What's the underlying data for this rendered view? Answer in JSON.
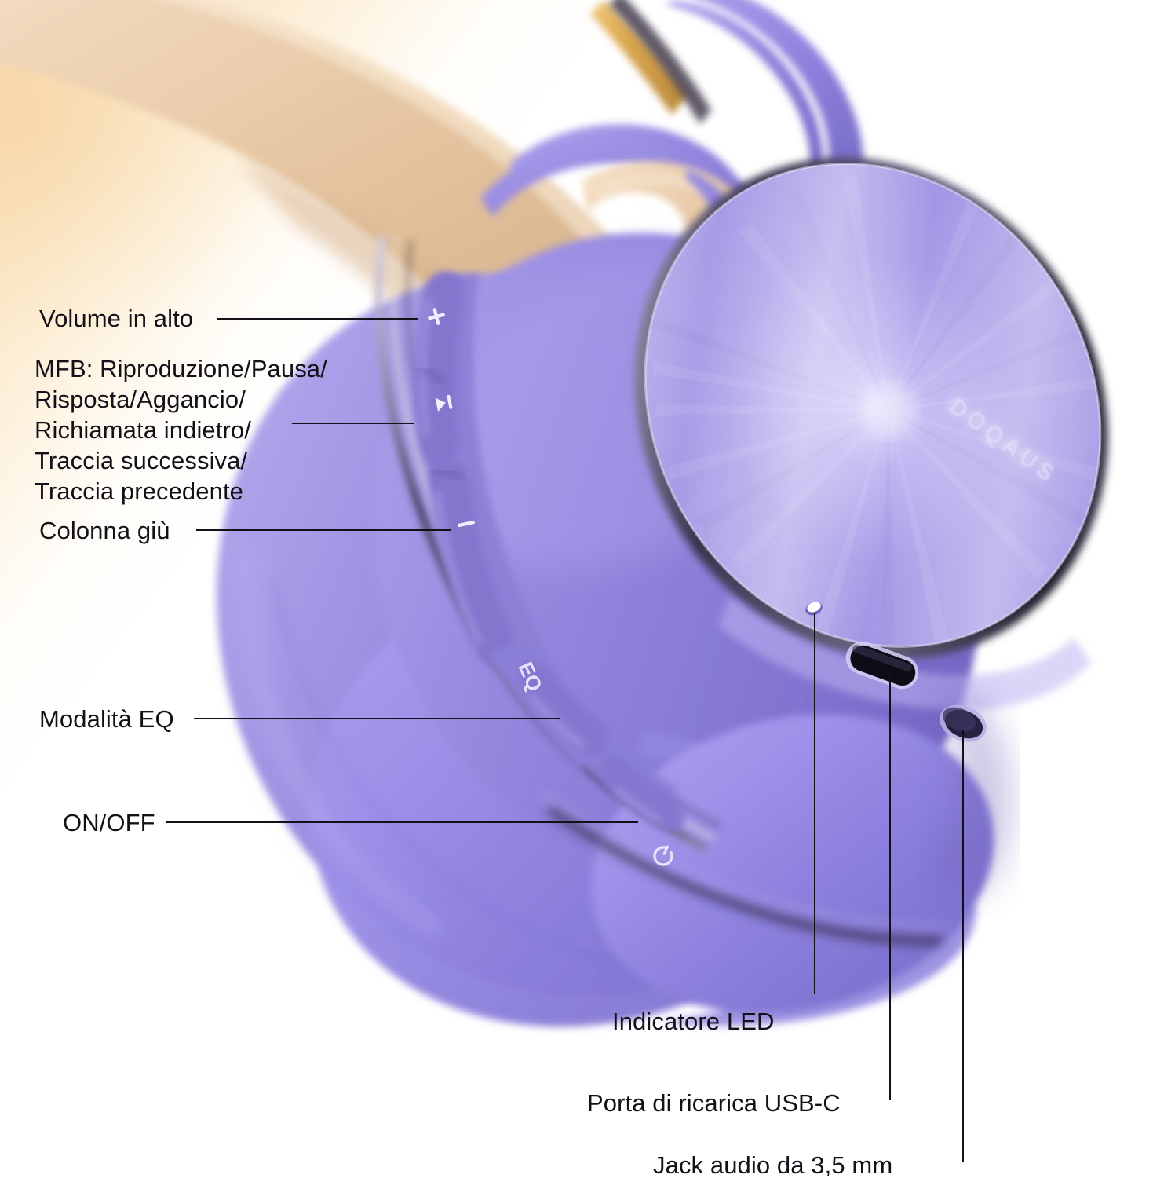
{
  "image": {
    "alt_description": "Annotated product photo of DOQAUS over-ear wireless headphones in purple with beige headband, showing button and port callouts in Italian",
    "language": "it"
  },
  "product": {
    "brand_logo": "DOQAUS",
    "colorway": "purple-beige"
  },
  "colors": {
    "background": "#ffffff",
    "background_wash": "#f7d6a6",
    "headband_beige": "#e3c29d",
    "headband_gold_accent": "#d6a24c",
    "earcup_purple": "#8b7fd4",
    "earcup_purple_light": "#a79ae4",
    "earcup_purple_dark": "#6d61b8",
    "metal_disc": "#9b8ddf",
    "chrome_ring": "#3a3550",
    "label_text": "#141018",
    "leader_line": "#141018",
    "port_black": "#141018",
    "led_white": "#ffffff"
  },
  "annotations": [
    {
      "id": "volume-up",
      "label": "Volume in alto",
      "marking": "+",
      "control_type": "button"
    },
    {
      "id": "mfb",
      "label": "MFB: Riproduzione/Pausa/\nRisposta/Aggancio/\nRichiamata indietro/\nTraccia successiva/\nTraccia precedente",
      "marking": "play-pause",
      "control_type": "button"
    },
    {
      "id": "volume-down",
      "label": "Colonna giù",
      "marking": "–",
      "control_type": "button"
    },
    {
      "id": "eq-mode",
      "label": "Modalità EQ",
      "marking": "EQ",
      "control_type": "button"
    },
    {
      "id": "power",
      "label": "ON/OFF",
      "marking": "power",
      "control_type": "button"
    },
    {
      "id": "led-indicator",
      "label": "Indicatore LED",
      "marking": "",
      "control_type": "indicator"
    },
    {
      "id": "usb-c-port",
      "label": "Porta di ricarica USB-C",
      "marking": "",
      "control_type": "port"
    },
    {
      "id": "audio-jack",
      "label": "Jack audio da 3,5 mm",
      "marking": "",
      "control_type": "port"
    }
  ],
  "control_markings": {
    "volume_up": "+",
    "play_pause": "play-pause-glyph",
    "volume_down": "–",
    "eq": "EQ",
    "power": "power-glyph"
  }
}
